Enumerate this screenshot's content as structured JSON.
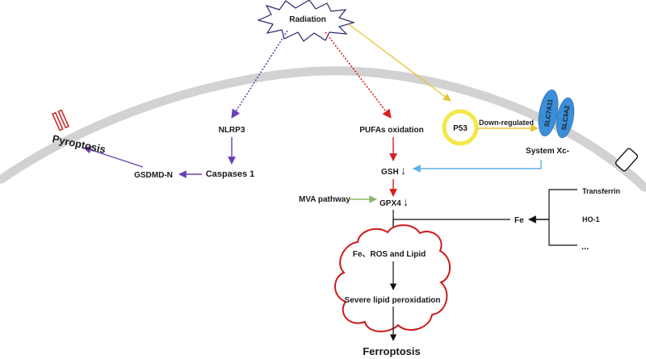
{
  "radiation": "Radiation",
  "nodes": {
    "nlrp3": "NLRP3",
    "caspases": "Caspases 1",
    "gsdmd": "GSDMD-N",
    "pyroptosis": "Pyroptosis",
    "pufas": "PUFAs oxidation",
    "gsh": "GSH",
    "gsh_arrow": "↓",
    "mva": "MVA pathway",
    "gpx4": "GPX4",
    "gpx4_arrow": "↓",
    "p53": "P53",
    "down_regulated": "Down-regulated",
    "slc7a11": "SLC7A11",
    "slc3a2": "SLC3A2",
    "system_xc": "System Xc-",
    "transferrin": "Transferrin",
    "ho1": "HO-1",
    "ellipsis": "...",
    "fe": "Fe",
    "cloud_top": "Fe、ROS and Lipid",
    "cloud_bottom": "Severe lipid peroxidation",
    "ferroptosis": "Ferroptosis"
  },
  "colors": {
    "purple": "#6a3fb5",
    "red": "#d41f1f",
    "yellow": "#e9c43a",
    "blue": "#5fb0e6",
    "green": "#8fb56a",
    "membrane": "#d2d2d2",
    "cloud": "#cc1a1a",
    "p53_ring": "#f5e74a",
    "transporter": "#3b8fd9",
    "channel": "#c73030"
  }
}
